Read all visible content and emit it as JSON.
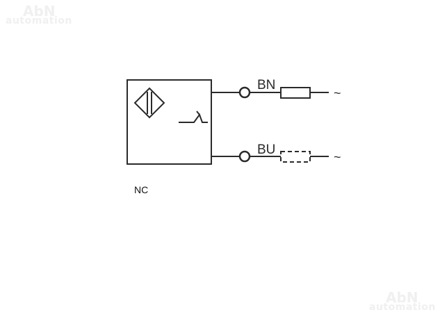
{
  "watermark": {
    "line1": "AbN",
    "line2": "automation"
  },
  "diagram": {
    "terminals": [
      {
        "label": "BN",
        "load": "solid",
        "supply": "~"
      },
      {
        "label": "BU",
        "load": "dashed",
        "supply": "~"
      }
    ],
    "contact_type": "NC",
    "symbols": [
      "proximity-sensor-icon",
      "nc-switch-icon"
    ]
  },
  "colors": {
    "line": "#2a2a2a",
    "watermark": "#f0f0f0"
  }
}
